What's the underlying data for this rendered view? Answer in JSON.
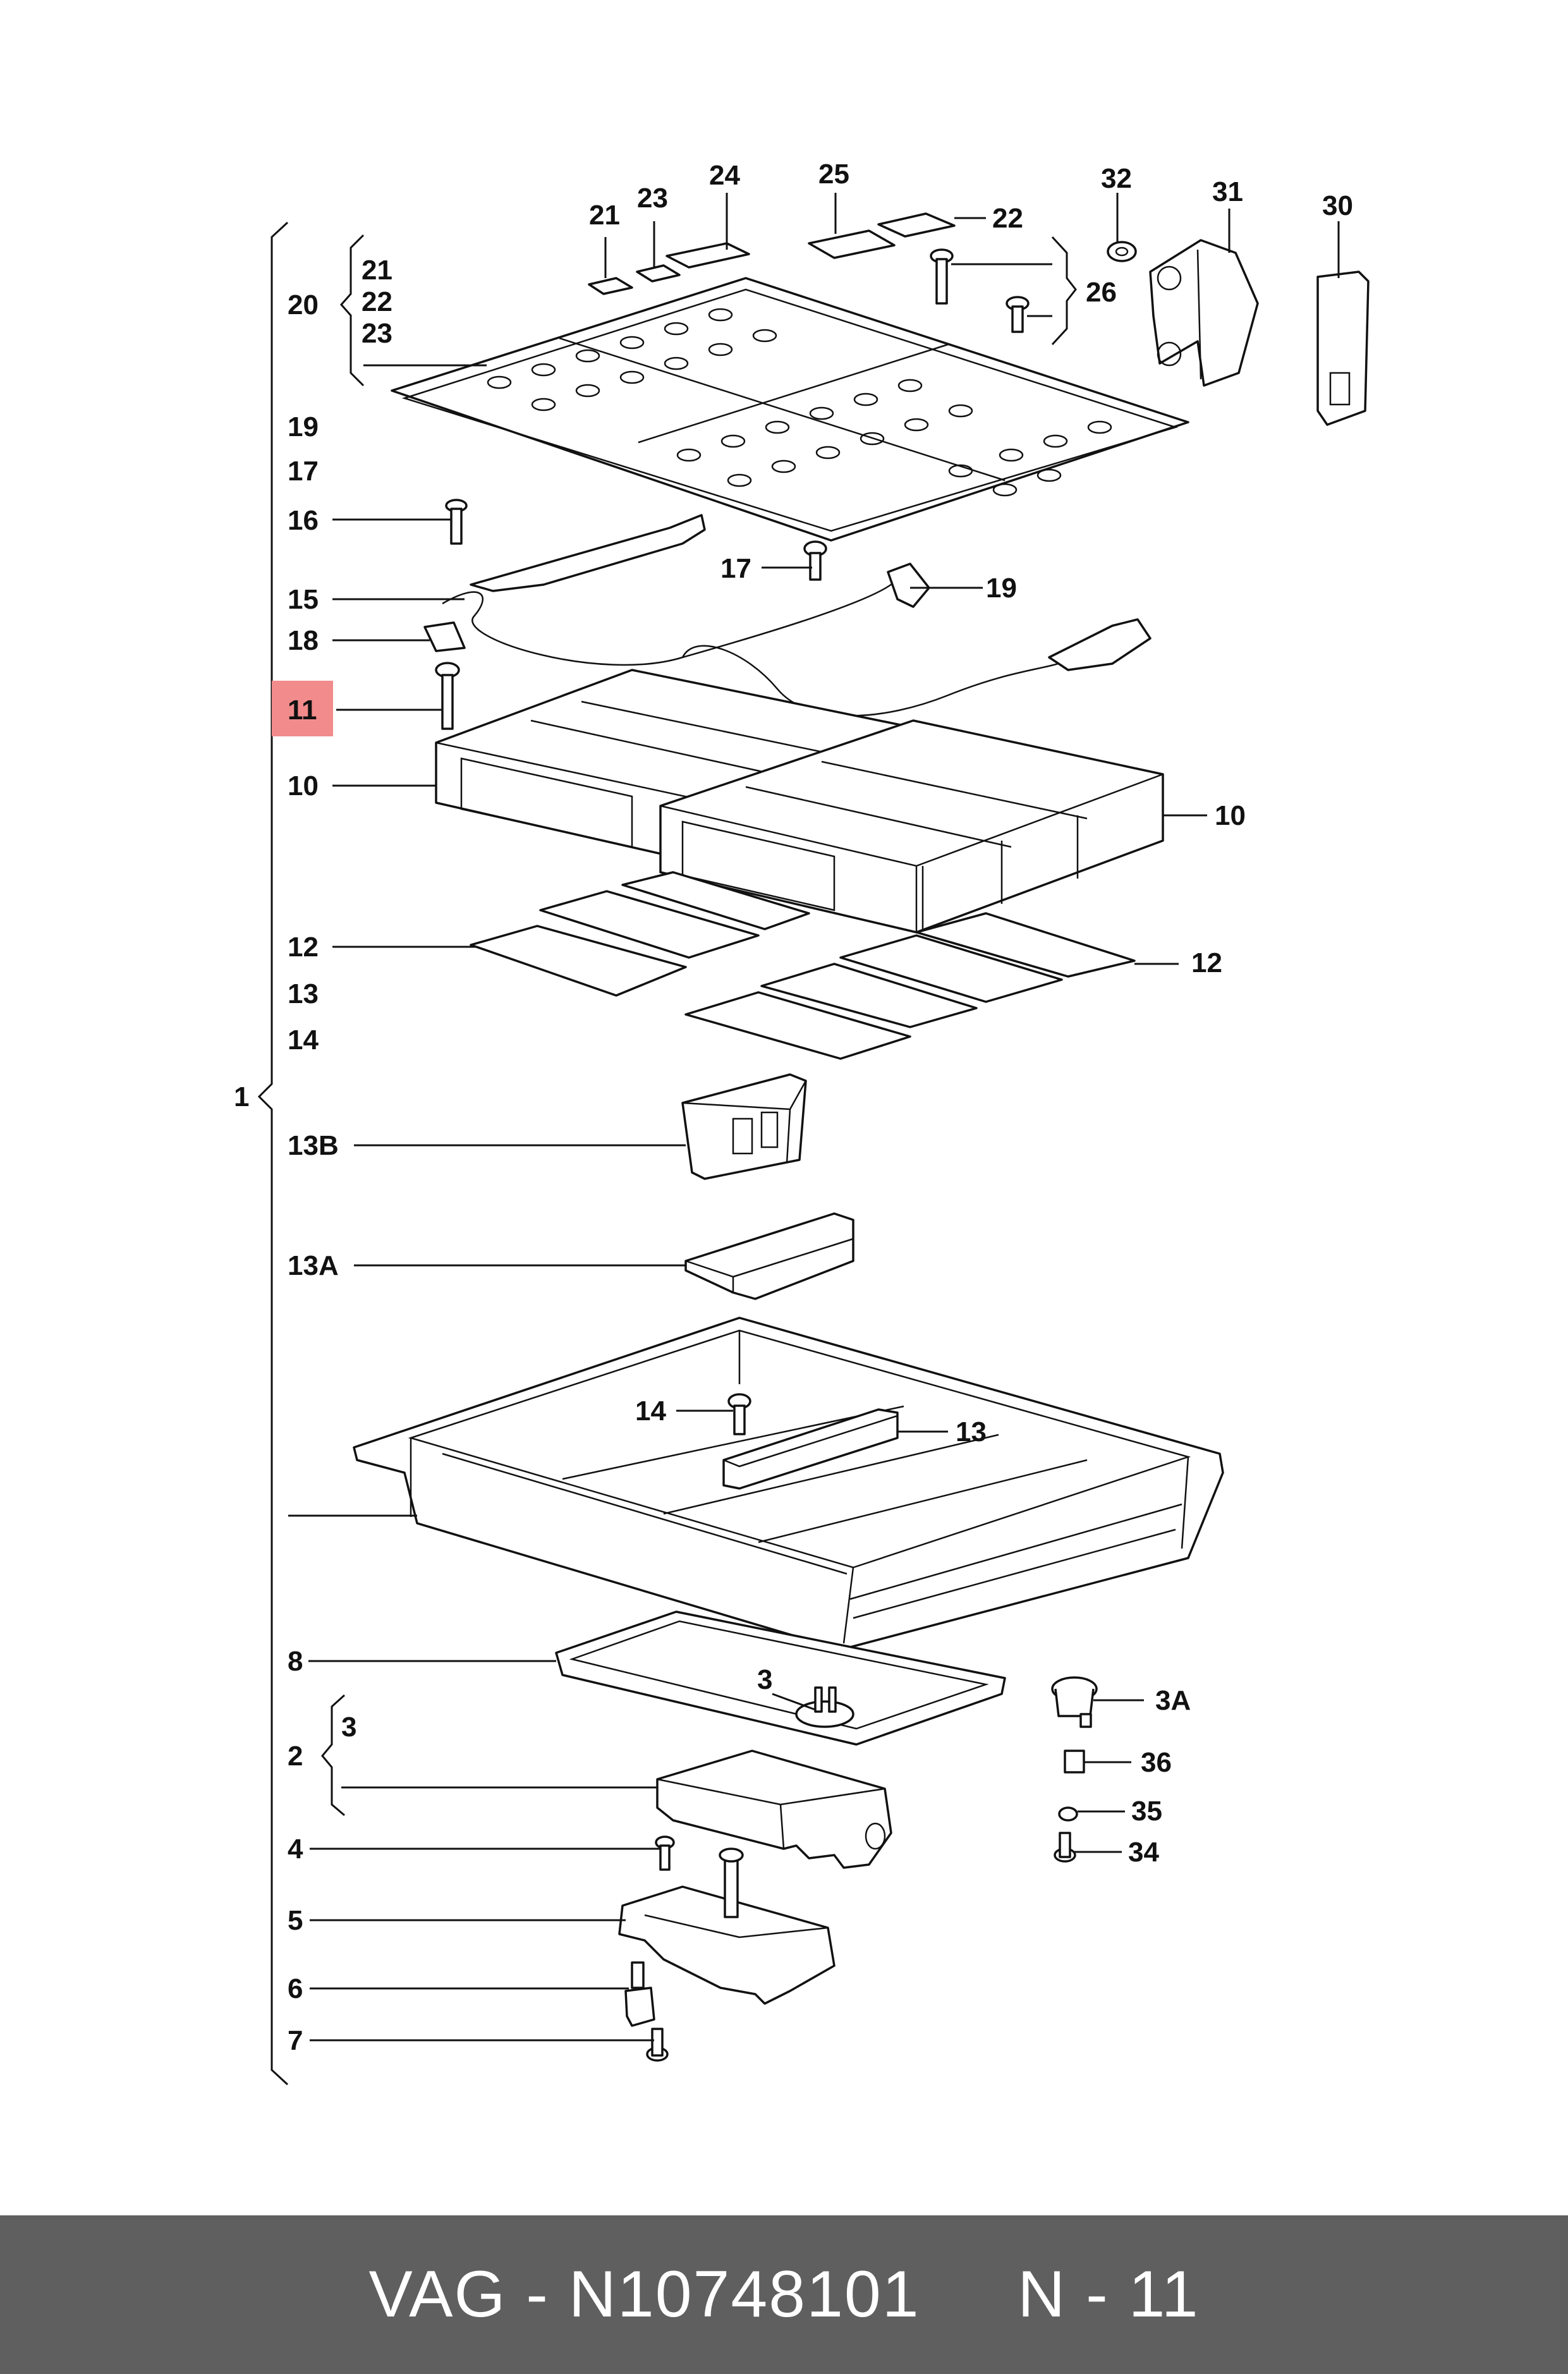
{
  "diagram": {
    "highlight_color": "#f28b8b",
    "labels": {
      "l1": "1",
      "l2": "2",
      "l3a": "3",
      "l3b": "3",
      "l3A": "3A",
      "l4": "4",
      "l5": "5",
      "l6": "6",
      "l7": "7",
      "l8": "8",
      "l10a": "10",
      "l10b": "10",
      "l11": "11",
      "l12a": "12",
      "l12b": "12",
      "l13a": "13",
      "l13b": "13",
      "l13A": "13A",
      "l13B": "13B",
      "l14a": "14",
      "l14b": "14",
      "l15": "15",
      "l16": "16",
      "l17a": "17",
      "l17b": "17",
      "l18": "18",
      "l19a": "19",
      "l19b": "19",
      "l20": "20",
      "l21a": "21",
      "l21b": "21",
      "l22a": "22",
      "l22b": "22",
      "l23a": "23",
      "l23b": "23",
      "l24": "24",
      "l25": "25",
      "l26": "26",
      "l30": "30",
      "l31": "31",
      "l32": "32",
      "l34": "34",
      "l35": "35",
      "l36": "36"
    }
  },
  "footer": {
    "text": "VAG - N10748101     N - 11",
    "background": "#5f5f5f"
  }
}
